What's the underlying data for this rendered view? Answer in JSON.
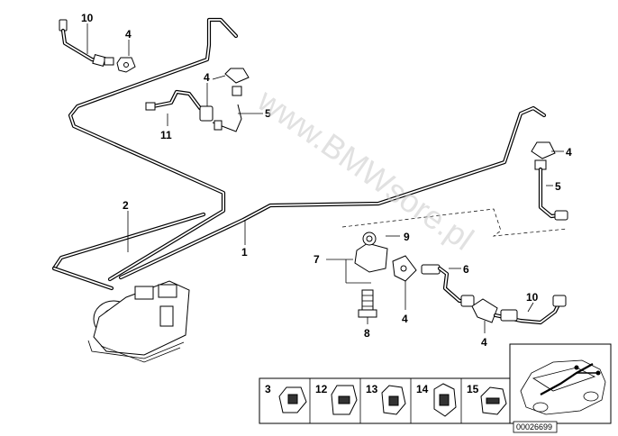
{
  "callouts": {
    "c1": "1",
    "c2": "2",
    "c4a": "4",
    "c4b": "4",
    "c4c": "4",
    "c4d": "4",
    "c4e": "4",
    "c5a": "5",
    "c5b": "5",
    "c6": "6",
    "c7": "7",
    "c8": "8",
    "c9": "9",
    "c10a": "10",
    "c10b": "10",
    "c11": "11"
  },
  "kit_panel": {
    "items": [
      "3",
      "12",
      "13",
      "14",
      "15"
    ]
  },
  "diagram_number": "00026699",
  "watermark": "www.BMWsore.pl",
  "colors": {
    "line": "#000000",
    "background": "#ffffff",
    "watermark": "#c9c9c9"
  }
}
